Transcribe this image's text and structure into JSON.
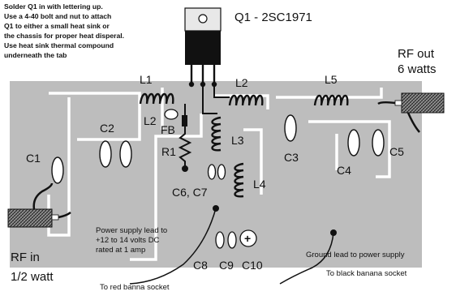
{
  "assembly_note": [
    "Solder Q1 in with lettering up.",
    "Use a 4-40 bolt and nut to attach",
    "Q1 to either a small heat sink or",
    "the chassis for proper heat disperal.",
    "Use heat sink thermal compound",
    "underneath the tab"
  ],
  "transistor_label": "Q1 - 2SC1971",
  "rf_out": [
    "RF out",
    "6 watts"
  ],
  "rf_in": [
    "RF in",
    "1/2 watt"
  ],
  "components": {
    "L1": "L1",
    "L2a": "L2",
    "L2b": "L2",
    "L3": "L3",
    "L4": "L4",
    "L5": "L5",
    "FB": "FB",
    "R1": "R1",
    "C1": "C1",
    "C2": "C2",
    "C3": "C3",
    "C4": "C4",
    "C5": "C5",
    "C6C7": "C6, C7",
    "C8": "C8",
    "C9": "C9",
    "C10": "C10"
  },
  "power_note": [
    "Power supply lead to",
    "+12 to 14  volts DC",
    "rated at 1 amp"
  ],
  "red_socket_note": "To red banna socket",
  "ground_note": "Ground lead to power supply",
  "black_socket_note": "To black banana socket",
  "colors": {
    "board": "#bdbdbd",
    "trace": "#ffffff",
    "ink": "#111111"
  },
  "icons": [
    "transistor-icon",
    "coil-icon",
    "capacitor-icon",
    "resistor-icon",
    "coax-connector-icon"
  ]
}
